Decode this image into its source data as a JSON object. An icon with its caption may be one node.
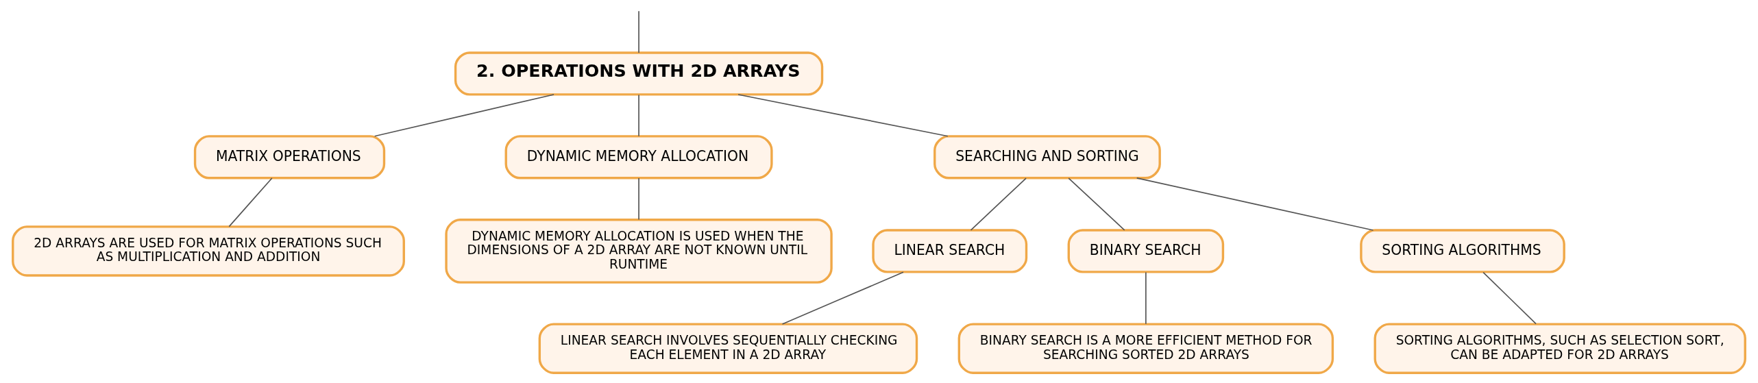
{
  "diagram": {
    "nodes": [
      {
        "text": [
          "2. OPERATIONS WITH 2D ARRAYS"
        ]
      },
      {
        "text": [
          "MATRIX OPERATIONS"
        ]
      },
      {
        "text": [
          "2D ARRAYS ARE USED FOR MATRIX OPERATIONS SUCH AS MULTIPLICATION AND ADDITION"
        ]
      },
      {
        "text": [
          "DYNAMIC MEMORY ALLOCATION"
        ]
      },
      {
        "text": [
          "DYNAMIC MEMORY ALLOCATION IS USED WHEN THE DIMENSIONS OF A 2D ARRAY ARE NOT KNOWN UNTIL RUNTIME"
        ]
      },
      {
        "text": [
          "SEARCHING AND SORTING"
        ]
      },
      {
        "text": [
          "LINEAR SEARCH"
        ]
      },
      {
        "text": [
          "LINEAR SEARCH INVOLVES SEQUENTIALLY CHECKING EACH ELEMENT IN A 2D ARRAY"
        ]
      },
      {
        "text": [
          "BINARY SEARCH"
        ]
      },
      {
        "text": [
          "BINARY SEARCH IS A MORE EFFICIENT METHOD FOR SEARCHING SORTED 2D ARRAYS"
        ]
      },
      {
        "text": [
          "SORTING ALGORITHMS"
        ]
      },
      {
        "text": [
          "SORTING ALGORITHMS, SUCH AS SELECTION SORT, CAN BE ADAPTED FOR 2D ARRAYS"
        ]
      }
    ],
    "edges": [
      {
        "from": null,
        "to": 0,
        "arrow": "none"
      },
      {
        "from": 0,
        "to": 1,
        "arrow": "none"
      },
      {
        "from": 1,
        "to": 2,
        "arrow": "none"
      },
      {
        "from": 0,
        "to": 3,
        "arrow": "none"
      },
      {
        "from": 3,
        "to": 4,
        "arrow": "none"
      },
      {
        "from": 0,
        "to": 5,
        "arrow": "none"
      },
      {
        "from": 5,
        "to": 6,
        "arrow": "none"
      },
      {
        "from": 6,
        "to": 7,
        "arrow": "none"
      },
      {
        "from": 5,
        "to": 8,
        "arrow": "none"
      },
      {
        "from": 8,
        "to": 9,
        "arrow": "none"
      },
      {
        "from": 5,
        "to": 10,
        "arrow": "none"
      },
      {
        "from": 10,
        "to": 11,
        "arrow": "none"
      }
    ]
  }
}
